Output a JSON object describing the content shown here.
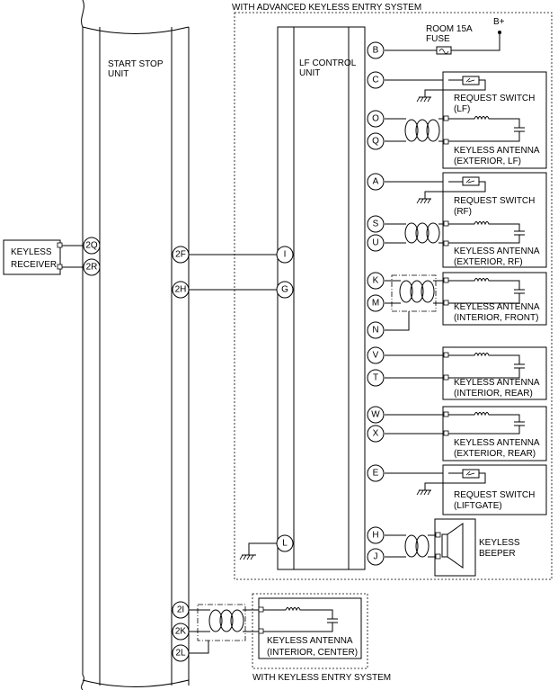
{
  "titles": {
    "advanced": "WITH ADVANCED KEYLESS ENTRY SYSTEM",
    "keyless": "WITH KEYLESS ENTRY SYSTEM"
  },
  "units": {
    "start_stop": [
      "START STOP",
      "UNIT"
    ],
    "lf_control": [
      "LF CONTROL",
      "UNIT"
    ],
    "keyless_receiver": [
      "KEYLESS",
      "RECEIVER"
    ],
    "keyless_beeper": [
      "KEYLESS",
      "BEEPER"
    ]
  },
  "power": {
    "fuse": [
      "ROOM 15A",
      "FUSE"
    ],
    "supply": "B+"
  },
  "components": {
    "req_lf": [
      "REQUEST SWITCH",
      "(LF)"
    ],
    "ant_ext_lf": [
      "KEYLESS ANTENNA",
      "(EXTERIOR, LF)"
    ],
    "req_rf": [
      "REQUEST SWITCH",
      "(RF)"
    ],
    "ant_ext_rf": [
      "KEYLESS ANTENNA",
      "(EXTERIOR, RF)"
    ],
    "ant_int_front": [
      "KEYLESS ANTENNA",
      "(INTERIOR, FRONT)"
    ],
    "ant_int_rear": [
      "KEYLESS ANTENNA",
      "(INTERIOR, REAR)"
    ],
    "ant_ext_rear": [
      "KEYLESS ANTENNA",
      "(EXTERIOR, REAR)"
    ],
    "req_liftgate": [
      "REQUEST SWITCH",
      "(LIFTGATE)"
    ],
    "ant_int_center": [
      "KEYLESS ANTENNA",
      "(INTERIOR, CENTER)"
    ]
  },
  "pins": {
    "lf_right": [
      "B",
      "C",
      "O",
      "Q",
      "A",
      "S",
      "U",
      "K",
      "M",
      "N",
      "V",
      "T",
      "W",
      "X",
      "E",
      "H",
      "J"
    ],
    "lf_left": [
      "I",
      "G",
      "L"
    ],
    "ssu_right": [
      "2F",
      "2H",
      "2I",
      "2K",
      "2L"
    ],
    "ssu_left": [
      "2Q",
      "2R"
    ]
  }
}
